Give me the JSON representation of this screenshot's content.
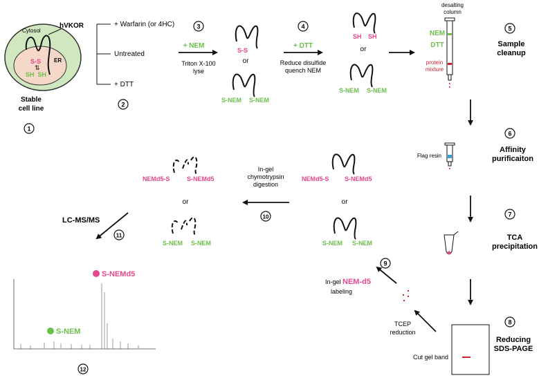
{
  "colors": {
    "green": "#6cc04a",
    "pink": "#e6468c",
    "red": "#d21f2f",
    "blue": "#3aa0d8",
    "gray": "#333333"
  },
  "cell": {
    "cytosol": "Cytosol",
    "hvkor": "hVKOR",
    "er": "ER",
    "ss": "S-S",
    "shsh": "SH  SH",
    "label1": "Stable",
    "label2": "cell line"
  },
  "treatments": {
    "warfarin": "+ Warfarin (or 4HC)",
    "untreated": "Untreated",
    "dtt": "+ DTT"
  },
  "steps": {
    "s1": "1",
    "s2": "2",
    "s3": "3",
    "s4": "4",
    "s5": "5",
    "s6": "6",
    "s7": "7",
    "s8": "8",
    "s9": "9",
    "s10": "10",
    "s11": "11",
    "s12": "12"
  },
  "step3": {
    "reagent": "+ NEM",
    "line1": "Triton X-100",
    "line2": "lyse"
  },
  "step4": {
    "reagent": "+ DTT",
    "line1": "Reduce disulfide",
    "line2": "quench NEM"
  },
  "mol": {
    "ss": "S-S",
    "or": "or",
    "snem": "S-NEM",
    "sh": "SH",
    "nemd5s": "NEMd5-S",
    "snemd5": "S-NEMd5"
  },
  "column": {
    "title1": "desalting",
    "title2": "column",
    "nem": "NEM",
    "dtt": "DTT",
    "protein1": "protein",
    "protein2": "mixture"
  },
  "sample": {
    "l1": "Sample",
    "l2": "cleanup"
  },
  "affinity": {
    "l1": "Affinity",
    "l2": "purificaiton",
    "resin": "Flag resin"
  },
  "tca": {
    "l1": "TCA",
    "l2": "precipitation"
  },
  "sds": {
    "l1": "Reducing",
    "l2": "SDS-PAGE",
    "band": "Cut gel band"
  },
  "tcep": {
    "l1": "TCEP",
    "l2": "reduction"
  },
  "ingel": {
    "pre": "In-gel",
    "nem": "NEM-d5",
    "post": "labeling"
  },
  "digest": {
    "l1": "In-gel",
    "l2": "chymotrypsin",
    "l3": "digestion"
  },
  "lcms": "LC-MS/MS",
  "spectrum": {
    "snemd5": "S-NEMd5",
    "snem": "S-NEM"
  }
}
